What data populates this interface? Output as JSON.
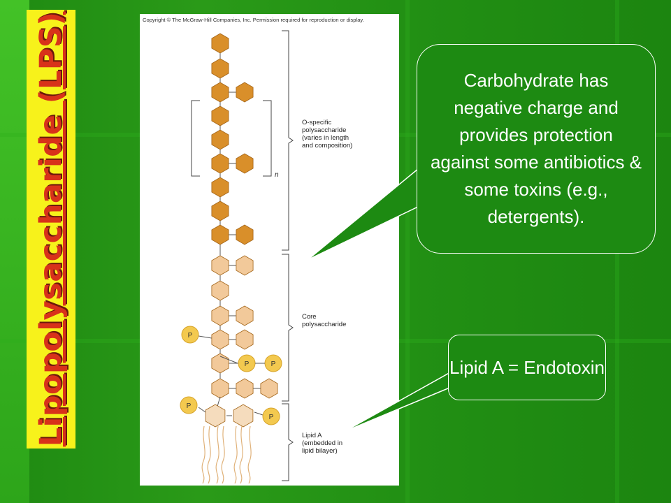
{
  "title": "Lipopolysaccharide (LPS)",
  "figure": {
    "copyright": "Copyright © The McGraw-Hill Companies, Inc. Permission required for reproduction or display.",
    "labels": {
      "o_specific": [
        "O-specific",
        "polysaccharide",
        "(varies in length",
        "and composition)"
      ],
      "repeat_n": "n",
      "core": [
        "Core",
        "polysaccharide"
      ],
      "lipid_a": [
        "Lipid A",
        "(embedded in",
        "lipid bilayer)"
      ]
    },
    "phosphate_label": "P",
    "colors": {
      "o_sugar": "#d98f2a",
      "core_sugar": "#f2c99a",
      "lipid_sugar": "#f5dcbd",
      "phosphate": "#f3c94f",
      "fatty_acid": "#e0b27a"
    }
  },
  "callouts": {
    "carbohydrate": "Carbohydrate has negative charge and provides protection against some antibiotics & some toxins (e.g., detergents).",
    "lipid_a": "Lipid A = Endotoxin"
  },
  "colors": {
    "background": "#1f8a12",
    "title_box": "#f7f21b",
    "title_text": "#d8321a",
    "bubble_fill": "#1d8a12"
  }
}
